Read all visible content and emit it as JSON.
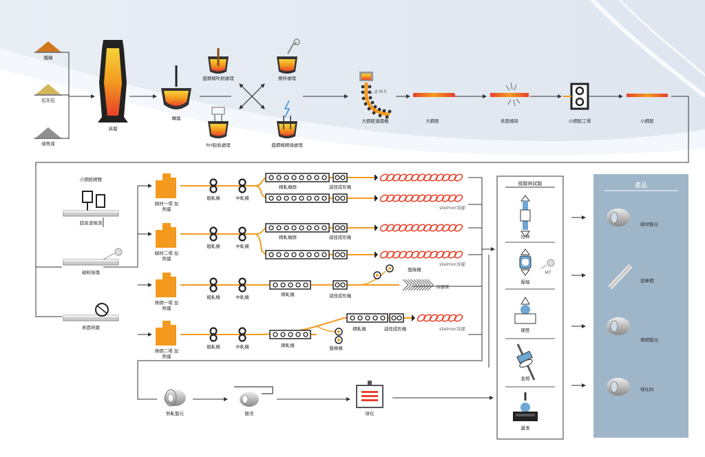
{
  "colors": {
    "orange": "#f39a1e",
    "orange_dark": "#e07b14",
    "hot_red": "#e8412a",
    "line": "#333333",
    "product_panel": "#9fb6c9",
    "chain_gray": "#444444"
  },
  "top": {
    "raw_materials": [
      "鐵礦",
      "石灰石",
      "煉焦煤"
    ],
    "blast_furnace": "高爐",
    "converter": "轉爐",
    "treat_top_left": "盛鋼桶吹射處理",
    "treat_bottom_left": "RH脫氣處理",
    "treat_top_right": "攪拌處理",
    "treat_bottom_right": "盛鋼桶精煉處理",
    "ems_label": "E.M.S",
    "caster": "大鋼胚連鑄機",
    "bloom": "大鋼胚",
    "scarfing": "表面燒除",
    "billet_mill": "小鋼胚工場",
    "billet": "小鋼胚"
  },
  "billet_finishing": {
    "title": "小鋼胚精整",
    "steps": [
      "超音波檢測",
      "磁粉探傷",
      "表面研磨"
    ]
  },
  "mills": [
    {
      "furnace": "線材一場\n加熱爐",
      "rough": "粗軋機",
      "mid": "中軋機",
      "finish": "精軋機群",
      "reducer": "減徑成形機",
      "cooling": "stelmor冷卻"
    },
    {
      "furnace": "線材二場\n加熱爐",
      "rough": "粗軋機",
      "mid": "中軋機",
      "finish": "精軋機群",
      "reducer": "減徑成形機",
      "cooling": "stelmor冷卻"
    },
    {
      "furnace": "條鋼一場\n加熱爐",
      "rough": "粗軋機",
      "mid": "中軋機",
      "finish": "精軋機",
      "reducer": "減徑成形機",
      "coiler": "盤捲機",
      "bed": "冷卻床"
    },
    {
      "furnace": "條鋼二場\n加熱爐",
      "rough": "粗軋機",
      "mid": "中軋機",
      "finish": "精軋機",
      "reducer": "減徑成形機",
      "coiler": "盤捲機",
      "cooling": "stelmor冷卻"
    }
  ],
  "lower": [
    "熱軋盤元",
    "酸洗",
    "球化"
  ],
  "inspection": {
    "title": "檢驗與試驗",
    "items": [
      "拉伸",
      "壓縮",
      "硬度",
      "金相",
      "量測"
    ],
    "mt": "MT"
  },
  "products": {
    "title": "產品",
    "items": [
      "線材盤元",
      "直棒鋼",
      "條鋼盤元",
      "球化材"
    ]
  }
}
